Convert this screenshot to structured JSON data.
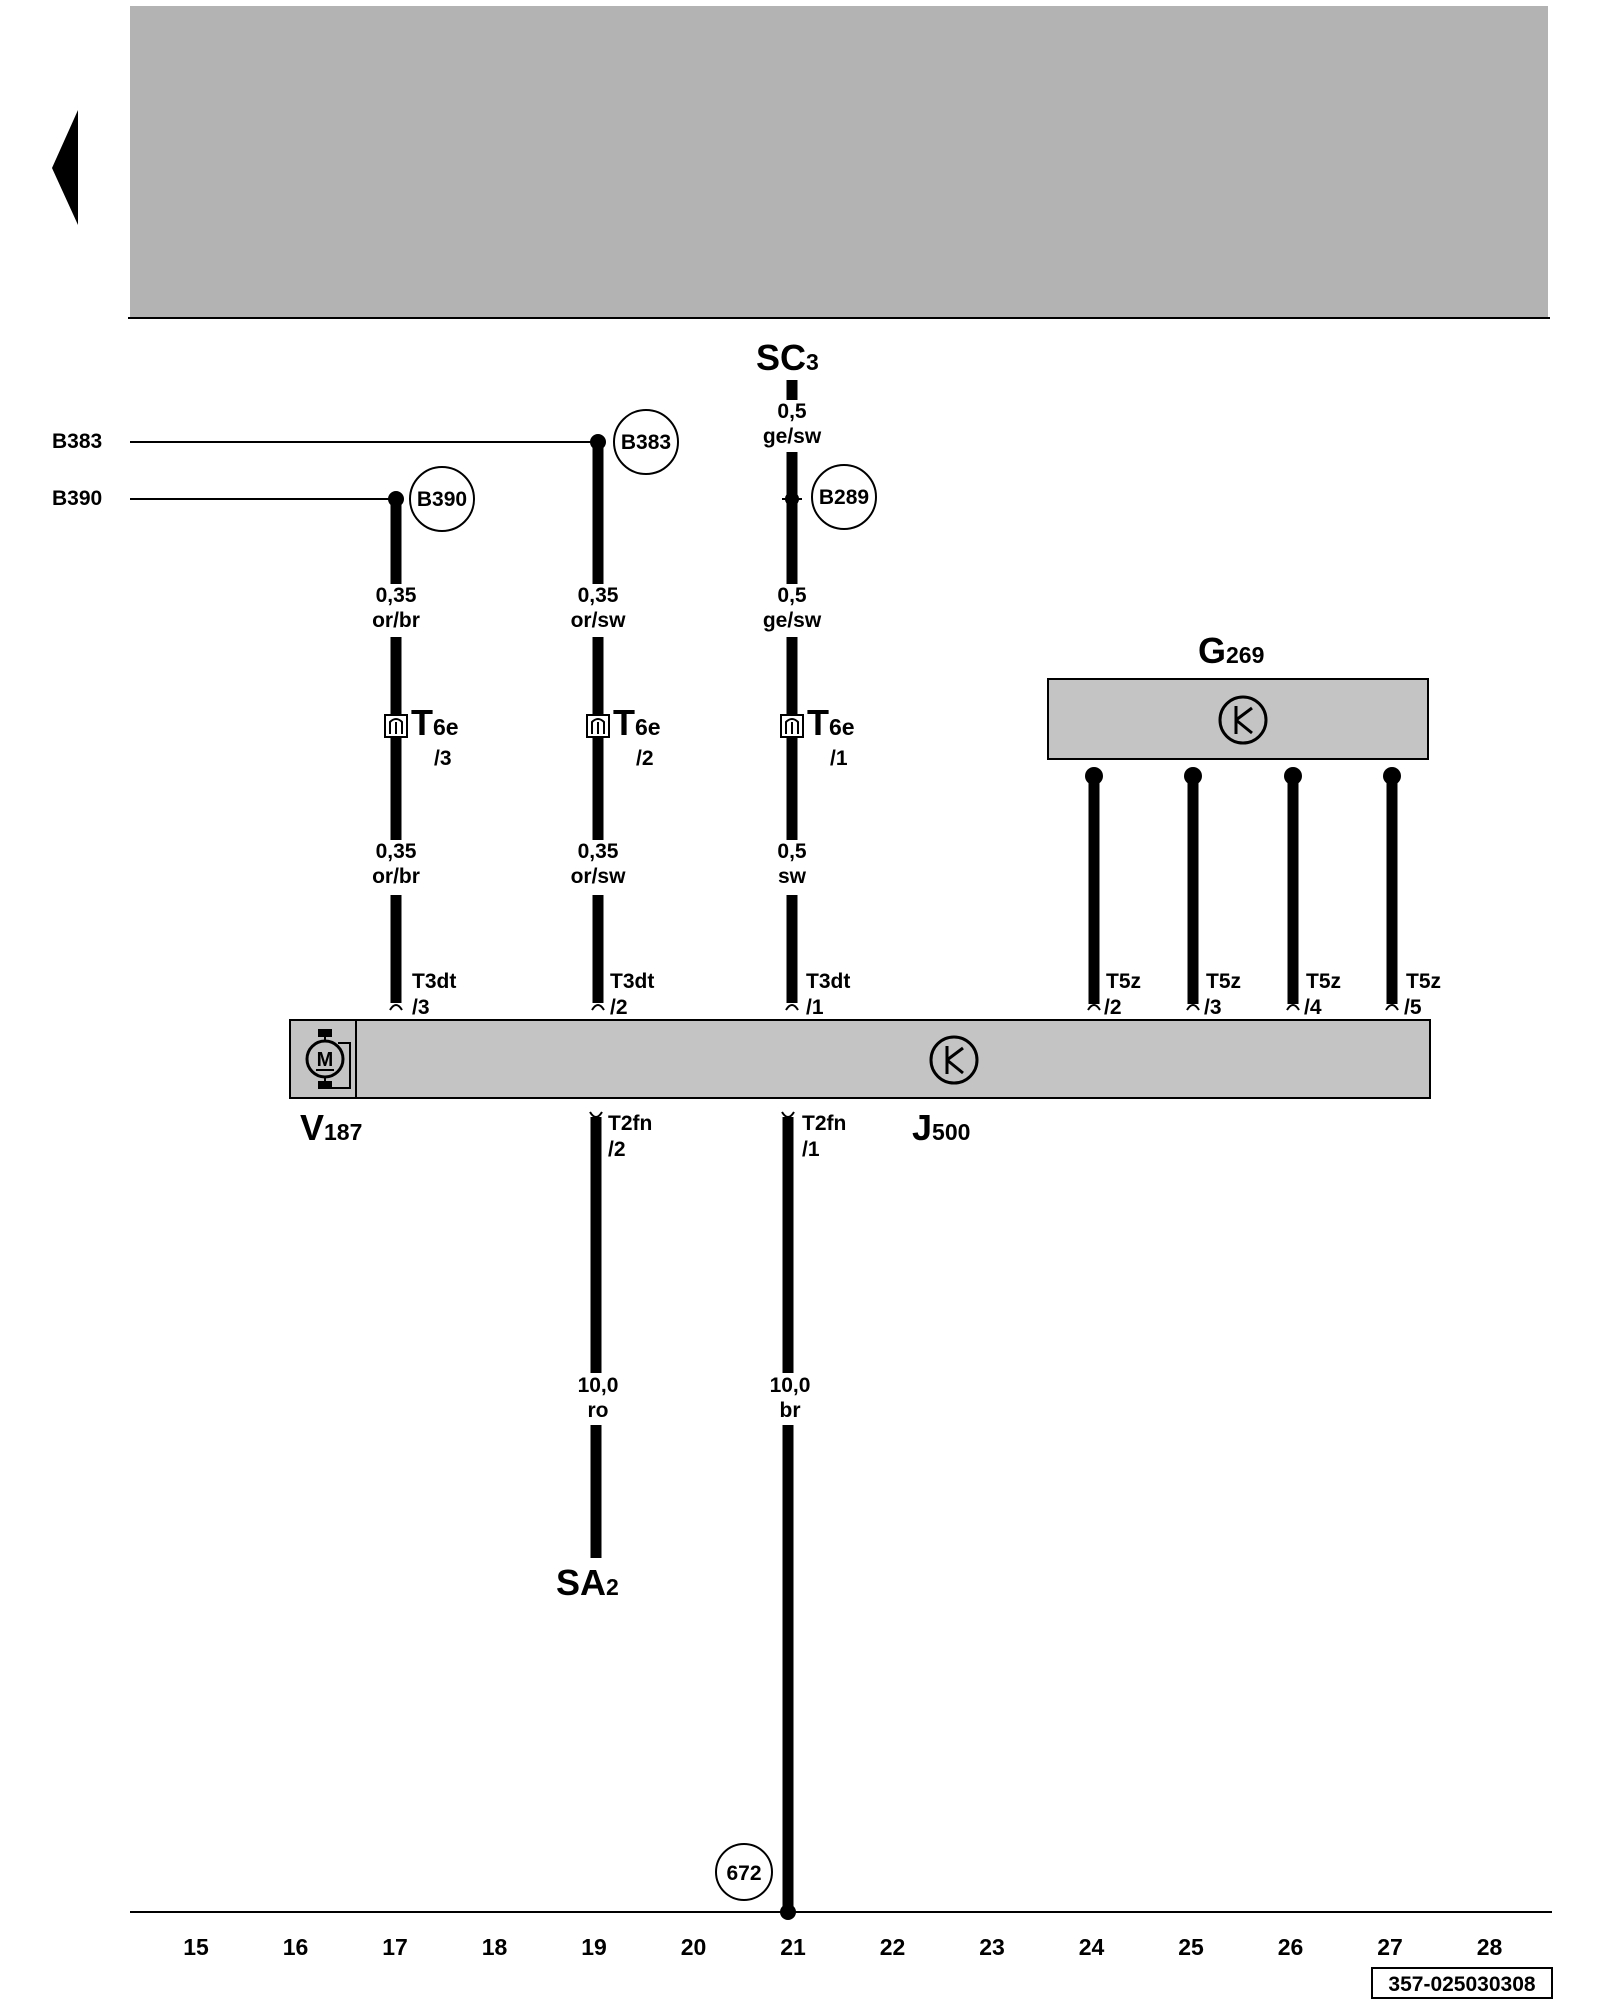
{
  "nav": {
    "prev_icon": "left-triangle-icon"
  },
  "line_refs": {
    "b383": "B383",
    "b390": "B390"
  },
  "sc": {
    "main": "SC",
    "sub": "3"
  },
  "sa": {
    "main": "SA",
    "sub": "2"
  },
  "wires": {
    "w17_upper": {
      "size": "0,35",
      "color": "or/br"
    },
    "w17_lower": {
      "size": "0,35",
      "color": "or/br"
    },
    "w19_upper": {
      "size": "0,35",
      "color": "or/sw"
    },
    "w19_lower": {
      "size": "0,35",
      "color": "or/sw"
    },
    "w21_top": {
      "size": "0,5",
      "color": "ge/sw"
    },
    "w21_upper": {
      "size": "0,5",
      "color": "ge/sw"
    },
    "w21_lower": {
      "size": "0,5",
      "color": "sw"
    },
    "w19_power": {
      "size": "10,0",
      "color": "ro"
    },
    "w21_power": {
      "size": "10,0",
      "color": "br"
    }
  },
  "connections": {
    "b390": "B390",
    "b383": "B383",
    "b289": "B289",
    "ground": "672"
  },
  "connectors": {
    "t6e_3": {
      "name": "T",
      "sub": "6e",
      "pin": "/3"
    },
    "t6e_2": {
      "name": "T",
      "sub": "6e",
      "pin": "/2"
    },
    "t6e_1": {
      "name": "T",
      "sub": "6e",
      "pin": "/1"
    },
    "t3dt_3": {
      "name": "T3dt",
      "pin": "/3"
    },
    "t3dt_2": {
      "name": "T3dt",
      "pin": "/2"
    },
    "t3dt_1": {
      "name": "T3dt",
      "pin": "/1"
    },
    "t5z_2": {
      "name": "T5z",
      "pin": "/2"
    },
    "t5z_3": {
      "name": "T5z",
      "pin": "/3"
    },
    "t5z_4": {
      "name": "T5z",
      "pin": "/4"
    },
    "t5z_5": {
      "name": "T5z",
      "pin": "/5"
    },
    "t2fn_2": {
      "name": "T2fn",
      "pin": "/2"
    },
    "t2fn_1": {
      "name": "T2fn",
      "pin": "/1"
    }
  },
  "components": {
    "g269": {
      "main": "G",
      "sub": "269"
    },
    "v187": {
      "main": "V",
      "sub": "187",
      "motor_letter": "M"
    },
    "j500": {
      "main": "J",
      "sub": "500"
    }
  },
  "grid_numbers": [
    "15",
    "16",
    "17",
    "18",
    "19",
    "20",
    "21",
    "22",
    "23",
    "24",
    "25",
    "26",
    "27",
    "28"
  ],
  "doc_number": "357-025030308"
}
